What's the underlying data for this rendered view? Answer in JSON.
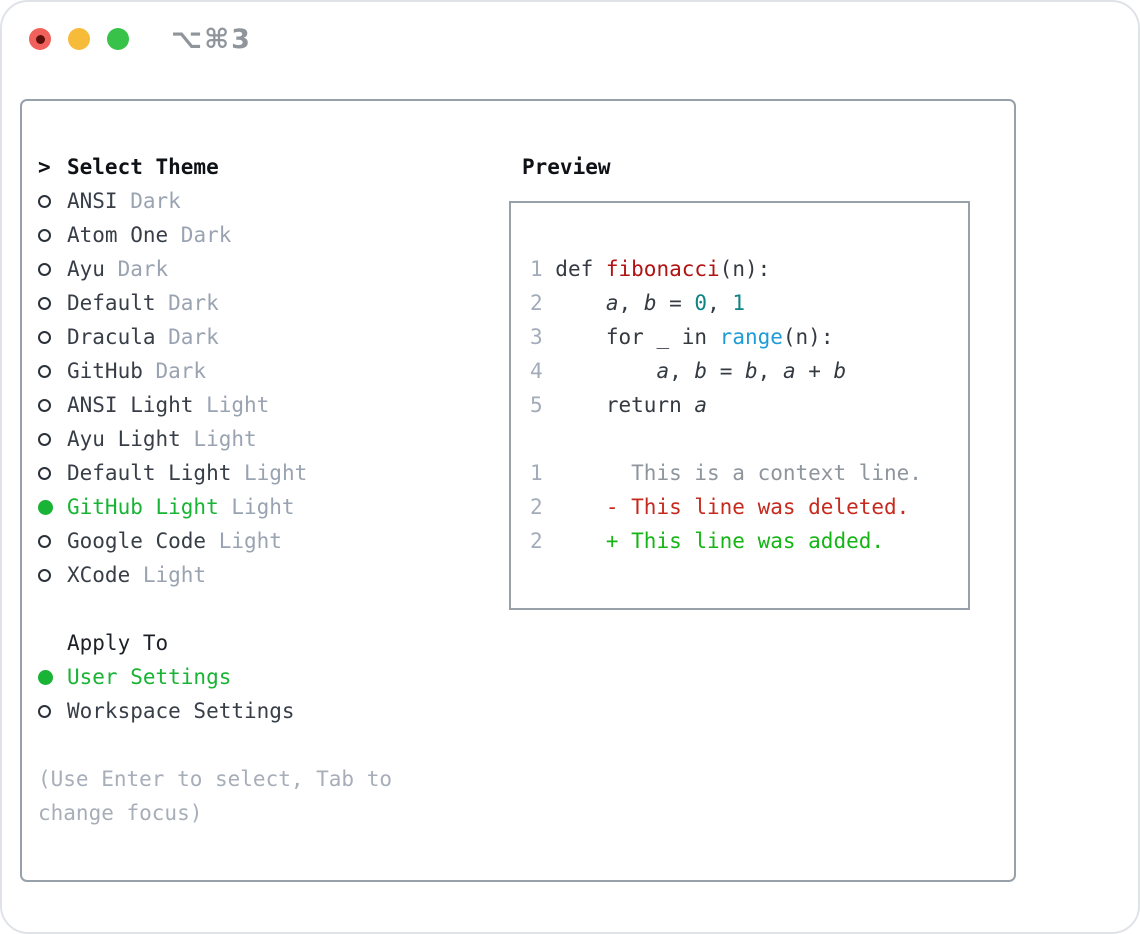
{
  "window": {
    "shortcut": "⌥⌘3",
    "traffic_lights": [
      "close",
      "minimize",
      "zoom"
    ]
  },
  "colors": {
    "selection_green": "#19b335",
    "text": "#383e47",
    "muted": "#9aa3b1",
    "code": "#343a42",
    "func_red": "#b11212",
    "builtin_blue": "#1d9cd8",
    "number_teal": "#0d8383",
    "context_gray": "#8e959d",
    "deleted_red": "#c62a1e",
    "added_green": "#16b516"
  },
  "theme_panel": {
    "prompt": ">",
    "title": "Select Theme",
    "themes": [
      {
        "name": "ANSI",
        "variant": "Dark",
        "selected": false
      },
      {
        "name": "Atom One",
        "variant": "Dark",
        "selected": false
      },
      {
        "name": "Ayu",
        "variant": "Dark",
        "selected": false
      },
      {
        "name": "Default",
        "variant": "Dark",
        "selected": false
      },
      {
        "name": "Dracula",
        "variant": "Dark",
        "selected": false
      },
      {
        "name": "GitHub",
        "variant": "Dark",
        "selected": false
      },
      {
        "name": "ANSI Light",
        "variant": "Light",
        "selected": false
      },
      {
        "name": "Ayu Light",
        "variant": "Light",
        "selected": false
      },
      {
        "name": "Default Light",
        "variant": "Light",
        "selected": false
      },
      {
        "name": "GitHub Light",
        "variant": "Light",
        "selected": true
      },
      {
        "name": "Google Code",
        "variant": "Light",
        "selected": false
      },
      {
        "name": "XCode",
        "variant": "Light",
        "selected": false
      }
    ],
    "apply_to": {
      "title": "Apply To",
      "options": [
        {
          "name": "User Settings",
          "selected": true
        },
        {
          "name": "Workspace Settings",
          "selected": false
        }
      ]
    },
    "hint_lines": [
      "(Use Enter to select, Tab to",
      "change focus)"
    ]
  },
  "preview": {
    "title": "Preview",
    "lines": [
      {
        "num": "1",
        "segments": [
          {
            "t": " def ",
            "c": "code"
          },
          {
            "t": "fibonacci",
            "c": "func_red"
          },
          {
            "t": "(n):",
            "c": "code"
          }
        ]
      },
      {
        "num": "2",
        "segments": [
          {
            "t": "     ",
            "c": "code"
          },
          {
            "t": "a",
            "c": "code",
            "i": true
          },
          {
            "t": ", ",
            "c": "code"
          },
          {
            "t": "b",
            "c": "code",
            "i": true
          },
          {
            "t": " = ",
            "c": "code"
          },
          {
            "t": "0",
            "c": "number_teal"
          },
          {
            "t": ", ",
            "c": "code"
          },
          {
            "t": "1",
            "c": "number_teal"
          }
        ]
      },
      {
        "num": "3",
        "segments": [
          {
            "t": "     for _ in ",
            "c": "code"
          },
          {
            "t": "range",
            "c": "builtin_blue"
          },
          {
            "t": "(n):",
            "c": "code"
          }
        ]
      },
      {
        "num": "4",
        "segments": [
          {
            "t": "         ",
            "c": "code"
          },
          {
            "t": "a",
            "c": "code",
            "i": true
          },
          {
            "t": ", ",
            "c": "code"
          },
          {
            "t": "b",
            "c": "code",
            "i": true
          },
          {
            "t": " = ",
            "c": "code"
          },
          {
            "t": "b",
            "c": "code",
            "i": true
          },
          {
            "t": ", ",
            "c": "code"
          },
          {
            "t": "a",
            "c": "code",
            "i": true
          },
          {
            "t": " + ",
            "c": "code"
          },
          {
            "t": "b",
            "c": "code",
            "i": true
          }
        ]
      },
      {
        "num": "5",
        "segments": [
          {
            "t": "     return ",
            "c": "code"
          },
          {
            "t": "a",
            "c": "code",
            "i": true
          }
        ]
      },
      {
        "num": "",
        "segments": []
      },
      {
        "num": "1",
        "segments": [
          {
            "t": "       This is a context line.",
            "c": "context_gray"
          }
        ]
      },
      {
        "num": "2",
        "segments": [
          {
            "t": "     - This line was deleted.",
            "c": "deleted_red"
          }
        ]
      },
      {
        "num": "2",
        "segments": [
          {
            "t": "     + This line was added.",
            "c": "added_green"
          }
        ]
      }
    ]
  }
}
